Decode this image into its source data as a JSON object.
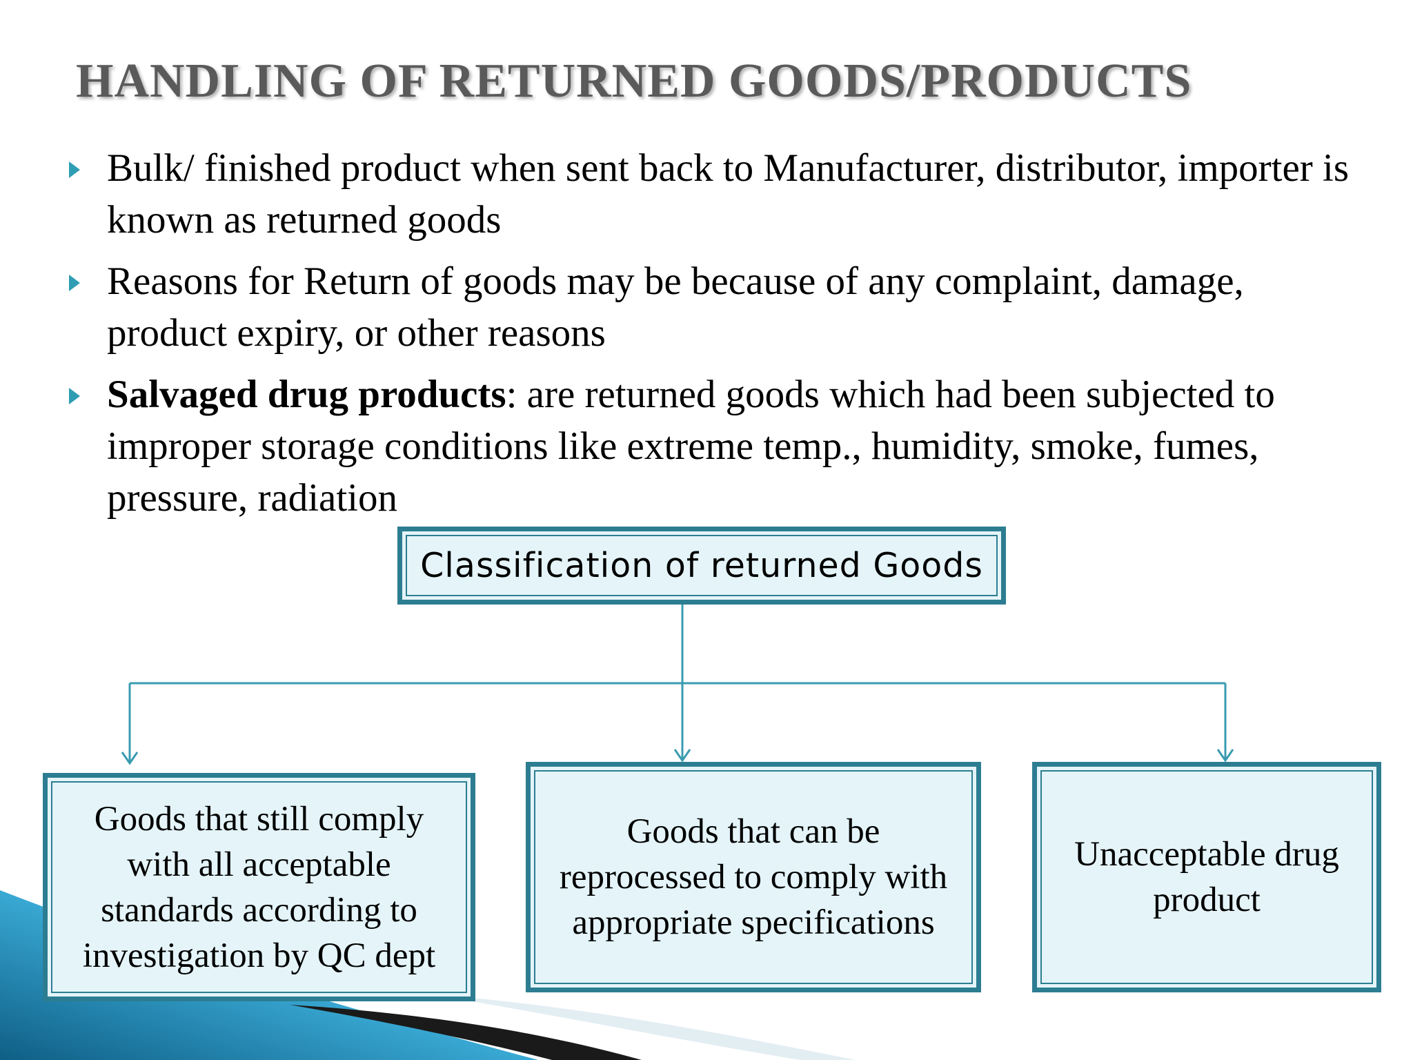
{
  "slide": {
    "title": "HANDLING OF RETURNED GOODS/PRODUCTS",
    "bullets": [
      {
        "bold": "",
        "text": "Bulk/ finished product when sent back to Manufacturer, distributor, importer is known as returned goods"
      },
      {
        "bold": "",
        "text": "Reasons for Return of goods may be because of any complaint, damage, product expiry, or other reasons"
      },
      {
        "bold": "Salvaged drug products",
        "text": ": are returned goods which had been subjected to improper storage conditions like extreme temp., humidity, smoke, fumes, pressure, radiation"
      }
    ]
  },
  "diagram": {
    "root": "Classification of returned Goods",
    "children": [
      "Goods that still comply with all acceptable standards according to investigation by QC dept",
      "Goods that can be reprocessed to comply with appropriate specifications",
      "Unacceptable drug product"
    ]
  },
  "colors": {
    "bullet": "#2f9db3",
    "box_border": "#2c7d91",
    "box_fill": "#e4f4f9",
    "connector": "#3a9bb0",
    "title": "#5a5a5a"
  },
  "icons": {
    "bullet": "triangle-right-icon",
    "arrow": "arrow-down-icon"
  }
}
